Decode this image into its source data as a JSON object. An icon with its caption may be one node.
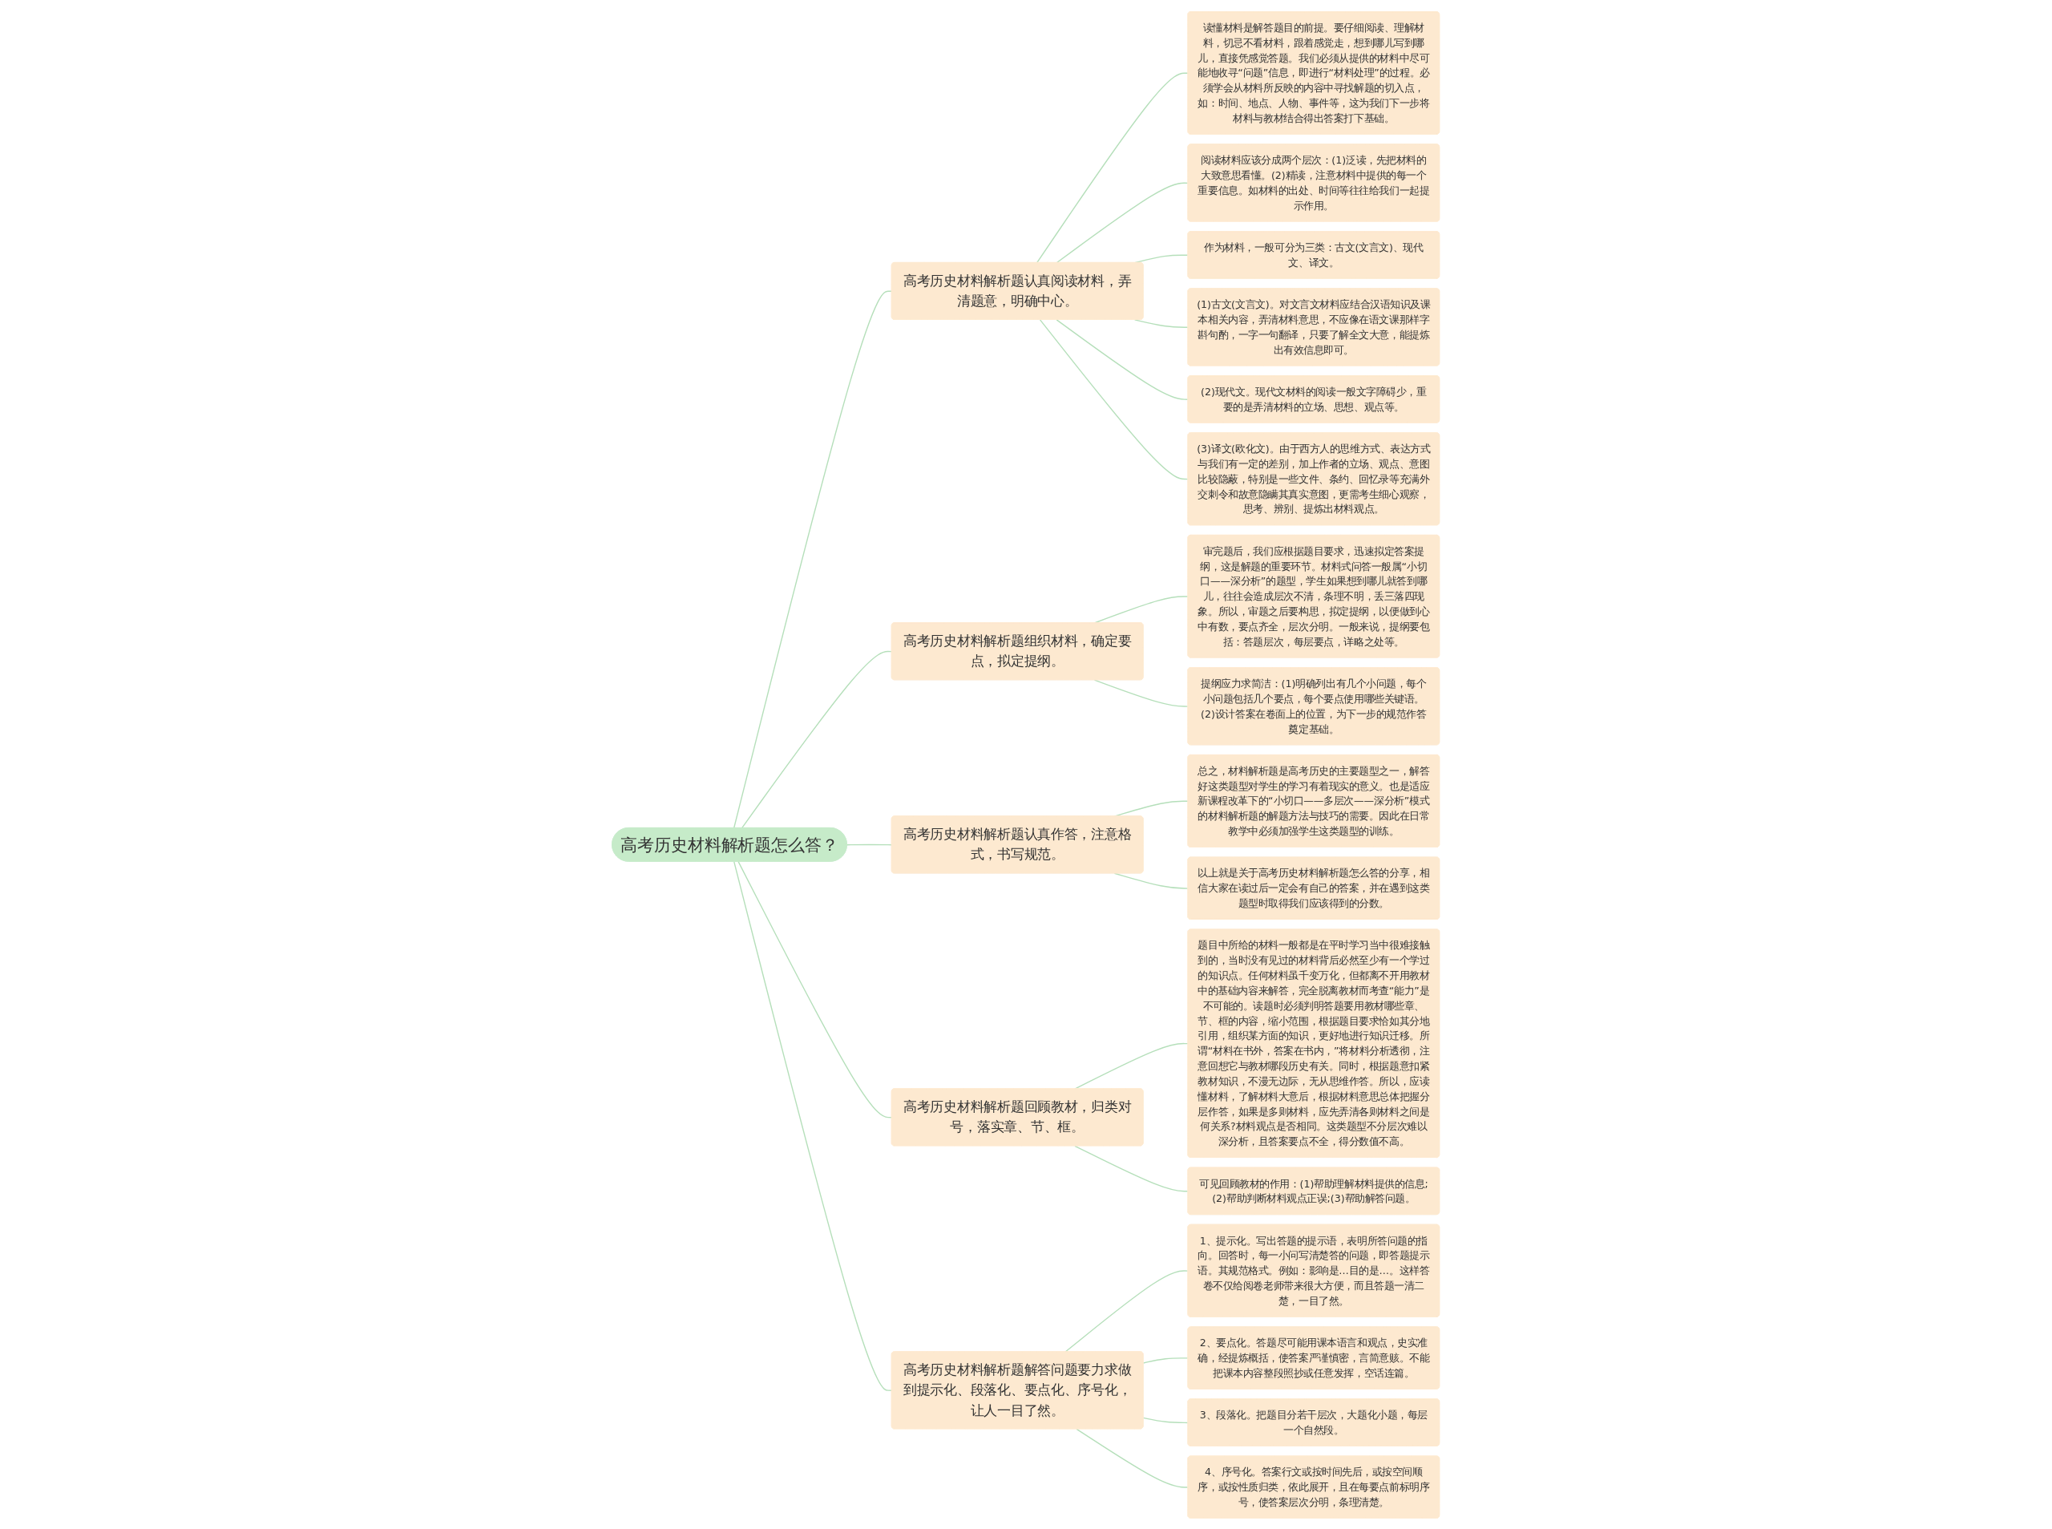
{
  "diagram": {
    "nodes": [
      {
        "text": [
          "高考历史材料解析题怎么答？"
        ]
      },
      {
        "text": [
          "高考历史材料解析题认真阅读材料，弄清题意，明确中心。"
        ]
      },
      {
        "text": [
          "读懂材料是解答题目的前提。要仔细阅读、理解材料，切忌不看材料，跟着感觉走，想到哪儿写到哪儿，直接凭感觉答题。我们必须从提供的材料中尽可能地收寻“问题”信息，即进行“材料处理”的过程。必须学会从材料所反映的内容中寻找解题的切入点，如：时间、地点、人物、事件等，这为我们下一步将材料与教材结合得出答案打下基础。"
        ]
      },
      {
        "text": [
          "阅读材料应该分成两个层次：(1)泛读，先把材料的大致意思看懂。(2)精读，注意材料中提供的每一个重要信息。如材料的出处、时间等往往给我们一起提示作用。"
        ]
      },
      {
        "text": [
          "作为材料，一般可分为三类：古文(文言文)、现代文、译文。"
        ]
      },
      {
        "text": [
          "(1)古文(文言文)。对文言文材料应结合汉语知识及课本相关内容，弄清材料意思，不应像在语文课那样字斟句酌，一字一句翻译，只要了解全文大意，能提炼出有效信息即可。"
        ]
      },
      {
        "text": [
          "(2)现代文。现代文材料的阅读一般文字障碍少，重要的是弄清材料的立场、思想、观点等。"
        ]
      },
      {
        "text": [
          "(3)译文(欧化文)。由于西方人的思维方式、表达方式与我们有一定的差别，加上作者的立场、观点、意图比较隐蔽，特别是一些文件、条约、回忆录等充满外交刺令和故意隐瞒其真实意图，更需考生细心观察，思考、辨别、提炼出材料观点。"
        ]
      },
      {
        "text": [
          "高考历史材料解析题组织材料，确定要点，拟定提纲。"
        ]
      },
      {
        "text": [
          "审完题后，我们应根据题目要求，迅速拟定答案提纲，这是解题的重要环节。材料式问答一般属“小切口——深分析”的题型，学生如果想到哪儿就答到哪儿，往往会造成层次不清，条理不明，丢三落四现象。所以，审题之后要构思，拟定提纲，以便做到心中有数，要点齐全，层次分明。一般来说，提纲要包括：答题层次，每层要点，详略之处等。"
        ]
      },
      {
        "text": [
          "提纲应力求简洁：(1)明确列出有几个小问题，每个小问题包括几个要点，每个要点使用哪些关键语。(2)设计答案在卷面上的位置，为下一步的规范作答奠定基础。"
        ]
      },
      {
        "text": [
          "高考历史材料解析题认真作答，注意格式，书写规范。"
        ]
      },
      {
        "text": [
          "总之，材料解析题是高考历史的主要题型之一，解答好这类题型对学生的学习有着现实的意义。也是适应新课程改革下的“小切口——多层次——深分析”模式的材料解析题的解题方法与技巧的需要。因此在日常教学中必须加强学生这类题型的训练。"
        ]
      },
      {
        "text": [
          "以上就是关于高考历史材料解析题怎么答的分享，相信大家在读过后一定会有自己的答案，并在遇到这类题型时取得我们应该得到的分数。"
        ]
      },
      {
        "text": [
          "高考历史材料解析题回顾教材，归类对号，落实章、节、框。"
        ]
      },
      {
        "text": [
          "题目中所给的材料一般都是在平时学习当中很难接触到的，当时没有见过的材料背后必然至少有一个学过的知识点。任何材料虽千变万化，但都离不开用教材中的基础内容来解答，完全脱离教材而考查“能力”是不可能的。读题时必须判明答题要用教材哪些章、节、框的内容，缩小范围，根据题目要求恰如其分地引用，组织某方面的知识，更好地进行知识迁移。所谓“材料在书外，答案在书内，”将材料分析透彻，注意回想它与教材哪段历史有关。同时，根据题意扣紧教材知识，不漫无边际，无从思维作答。所以，应读懂材料，了解材料大意后，根据材料意思总体把握分层作答，如果是多则材料，应先弄清各则材料之间是何关系?材料观点是否相同。这类题型不分层次难以深分析，且答案要点不全，得分数值不高。"
        ]
      },
      {
        "text": [
          "可见回顾教材的作用：(1)帮助理解材料提供的信息;(2)帮助判断材料观点正误;(3)帮助解答问题。"
        ]
      },
      {
        "text": [
          "高考历史材料解析题解答问题要力求做到提示化、段落化、要点化、序号化，让人一目了然。"
        ]
      },
      {
        "text": [
          "1、提示化。写出答题的提示语，表明所答问题的指向。回答时，每一小问写清楚答的问题，即答题提示语。其规范格式。例如：影响是…目的是…。这样答卷不仅给阅卷老师带来很大方便，而且答题一清二楚，一目了然。"
        ]
      },
      {
        "text": [
          "2、要点化。答题尽可能用课本语言和观点，史实准确，经提炼概括，使答案严谨慎密，言简意赅。不能把课本内容整段照抄或任意发挥，空话连篇。"
        ]
      },
      {
        "text": [
          "3、段落化。把题目分若干层次，大题化小题，每层一个自然段。"
        ]
      },
      {
        "text": [
          "4、序号化。答案行文或按时间先后，或按空间顺序，或按性质归类，依此展开，且在每要点前标明序号，使答案层次分明，条理清楚。"
        ]
      }
    ],
    "edges": [
      {
        "from": 0,
        "to": 1,
        "arrow": "none"
      },
      {
        "from": 1,
        "to": 2,
        "arrow": "none"
      },
      {
        "from": 1,
        "to": 3,
        "arrow": "none"
      },
      {
        "from": 1,
        "to": 4,
        "arrow": "none"
      },
      {
        "from": 1,
        "to": 5,
        "arrow": "none"
      },
      {
        "from": 1,
        "to": 6,
        "arrow": "none"
      },
      {
        "from": 1,
        "to": 7,
        "arrow": "none"
      },
      {
        "from": 0,
        "to": 8,
        "arrow": "none"
      },
      {
        "from": 8,
        "to": 9,
        "arrow": "none"
      },
      {
        "from": 8,
        "to": 10,
        "arrow": "none"
      },
      {
        "from": 0,
        "to": 11,
        "arrow": "none"
      },
      {
        "from": 11,
        "to": 12,
        "arrow": "none"
      },
      {
        "from": 11,
        "to": 13,
        "arrow": "none"
      },
      {
        "from": 0,
        "to": 14,
        "arrow": "none"
      },
      {
        "from": 14,
        "to": 15,
        "arrow": "none"
      },
      {
        "from": 14,
        "to": 16,
        "arrow": "none"
      },
      {
        "from": 0,
        "to": 17,
        "arrow": "none"
      },
      {
        "from": 17,
        "to": 18,
        "arrow": "none"
      },
      {
        "from": 17,
        "to": 19,
        "arrow": "none"
      },
      {
        "from": 17,
        "to": 20,
        "arrow": "none"
      },
      {
        "from": 17,
        "to": 21,
        "arrow": "none"
      }
    ]
  }
}
